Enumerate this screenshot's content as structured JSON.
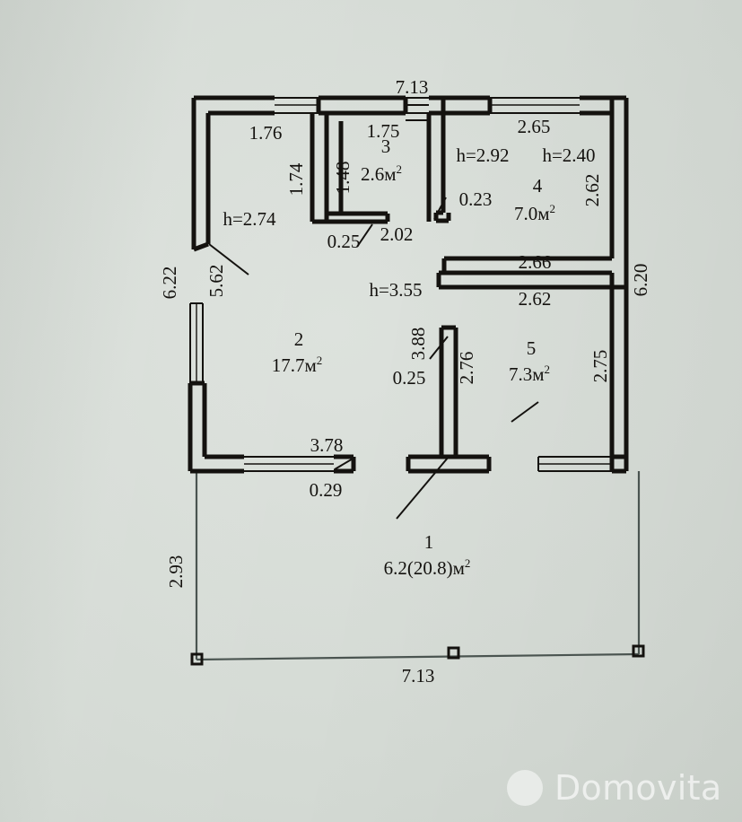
{
  "document": {
    "type": "floor-plan",
    "units": "meters",
    "area_unit": "м2"
  },
  "rooms": [
    {
      "number": "1",
      "area": "6.2(20.8)м",
      "area_sup": "2"
    },
    {
      "number": "2",
      "area": "17.7м",
      "area_sup": "2"
    },
    {
      "number": "3",
      "area": "2.6м",
      "area_sup": "2"
    },
    {
      "number": "4",
      "area": "7.0м",
      "area_sup": "2"
    },
    {
      "number": "5",
      "area": "7.3м",
      "area_sup": "2"
    }
  ],
  "heights": {
    "room2": "h=2.74",
    "room4_left": "h=2.92",
    "room4_right": "h=2.40",
    "hall": "h=3.55"
  },
  "dimensions": {
    "top_overall": "7.13",
    "bottom_overall": "7.13",
    "left_outer": "6.22",
    "right_outer": "6.20",
    "balcony_depth": "2.93",
    "room2_top": "1.76",
    "room2_left_diag": "5.62",
    "room3_top": "1.75",
    "room3_left": "1.48",
    "room2_right": "1.74",
    "room3_bottom": "2.02",
    "wall_025_a": "0.25",
    "room4_top": "2.65",
    "room4_right": "2.62",
    "room4_bottom": "2.66",
    "door_023": "0.23",
    "room5_top": "2.62",
    "room5_right": "2.75",
    "room5_left": "2.76",
    "partition_388": "3.88",
    "wall_025_b": "0.25",
    "room2_bottom": "3.78",
    "wall_029": "0.29"
  },
  "watermark": {
    "text": "Domovita",
    "logo_icon": "circle-icon"
  },
  "colors": {
    "paper": "#d5dbd5",
    "ink": "#14120f",
    "thin_line": "#4a5450",
    "watermark": "#ffffff"
  }
}
